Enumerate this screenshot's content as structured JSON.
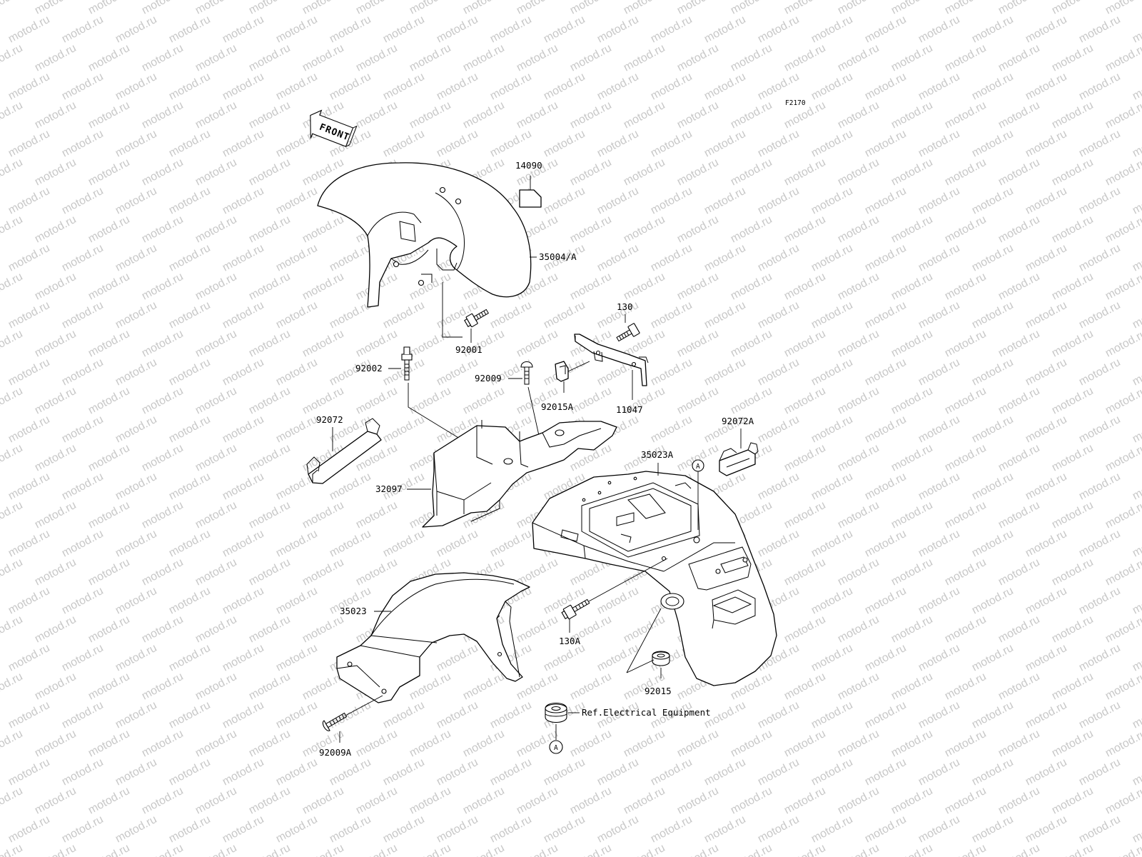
{
  "diagram": {
    "figure_code": "F2170",
    "front_label": "FRONT",
    "watermark_text": "motod.ru",
    "reference_marker": "A",
    "ref_note": "Ref.Electrical Equipment",
    "parts": {
      "p14090": "14090",
      "p35004a": "35004/A",
      "p130": "130",
      "p92001": "92001",
      "p92002": "92002",
      "p92009": "92009",
      "p92015a": "92015A",
      "p11047": "11047",
      "p92072": "92072",
      "p92072a": "92072A",
      "p35023a": "35023A",
      "p32097": "32097",
      "p35023": "35023",
      "p130a": "130A",
      "p92015": "92015",
      "p92009a": "92009A"
    }
  },
  "colors": {
    "line": "#000000",
    "background": "#ffffff",
    "watermark": "#c8c8c8"
  }
}
